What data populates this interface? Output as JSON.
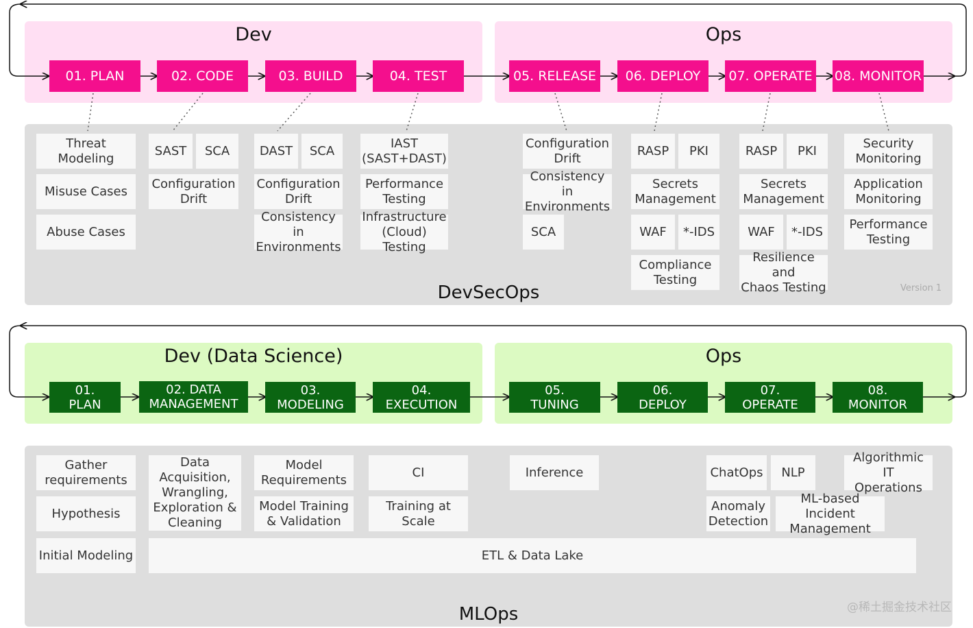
{
  "devsecops": {
    "dev_title": "Dev",
    "ops_title": "Ops",
    "stages": [
      "01. PLAN",
      "02. CODE",
      "03. BUILD",
      "04. TEST",
      "05. RELEASE",
      "06. DEPLOY",
      "07. OPERATE",
      "08. MONITOR"
    ],
    "footer_title": "DevSecOps",
    "version": "Version 1",
    "plan": [
      "Threat Modeling",
      "Misuse Cases",
      "Abuse Cases"
    ],
    "code": [
      "SAST",
      "SCA",
      "Configuration\nDrift"
    ],
    "build": [
      "DAST",
      "SCA",
      "Configuration\nDrift",
      "Consistency in\nEnvironments"
    ],
    "test": [
      "IAST\n(SAST+DAST)",
      "Performance\nTesting",
      "Infrastructure\n(Cloud) Testing"
    ],
    "release": [
      "Configuration\nDrift",
      "Consistency in\nEnvironments",
      "SCA"
    ],
    "deploy": [
      "RASP",
      "PKI",
      "Secrets\nManagement",
      "WAF",
      "*-IDS",
      "Compliance\nTesting"
    ],
    "operate": [
      "RASP",
      "PKI",
      "Secrets\nManagement",
      "WAF",
      "*-IDS",
      "Resilience and\nChaos Testing"
    ],
    "monitor": [
      "Security\nMonitoring",
      "Application\nMonitoring",
      "Performance\nTesting"
    ]
  },
  "mlops": {
    "dev_title": "Dev (Data Science)",
    "ops_title": "Ops",
    "stages": [
      "01.\nPLAN",
      "02. DATA\nMANAGEMENT",
      "03.\nMODELING",
      "04.\nEXECUTION",
      "05.\nTUNING",
      "06.\nDEPLOY",
      "07.\nOPERATE",
      "08.\nMONITOR"
    ],
    "footer_title": "MLOps",
    "plan": [
      "Gather\nrequirements",
      "Hypothesis",
      "Initial Modeling"
    ],
    "data": [
      "Data\nAcquisition,\nWrangling,\nExploration &\nCleaning"
    ],
    "modeling": [
      "Model\nRequirements",
      "Model Training\n& Validation"
    ],
    "execution": [
      "CI",
      "Training at Scale"
    ],
    "tuning": [
      "Inference"
    ],
    "operate": [
      "ChatOps",
      "NLP",
      "Anomaly\nDetection",
      "ML-based Incident\nManagement"
    ],
    "monitor": [
      "Algorithmic IT\nOperations"
    ],
    "etl": "ETL & Data Lake"
  },
  "watermark": "@稀土掘金技术社区",
  "colors": {
    "pink_stage": "#f40f8d",
    "pink_panel": "#ffdff3",
    "green_stage": "#0b6512",
    "green_panel": "#dcfac2",
    "gray_panel": "#dedede"
  }
}
